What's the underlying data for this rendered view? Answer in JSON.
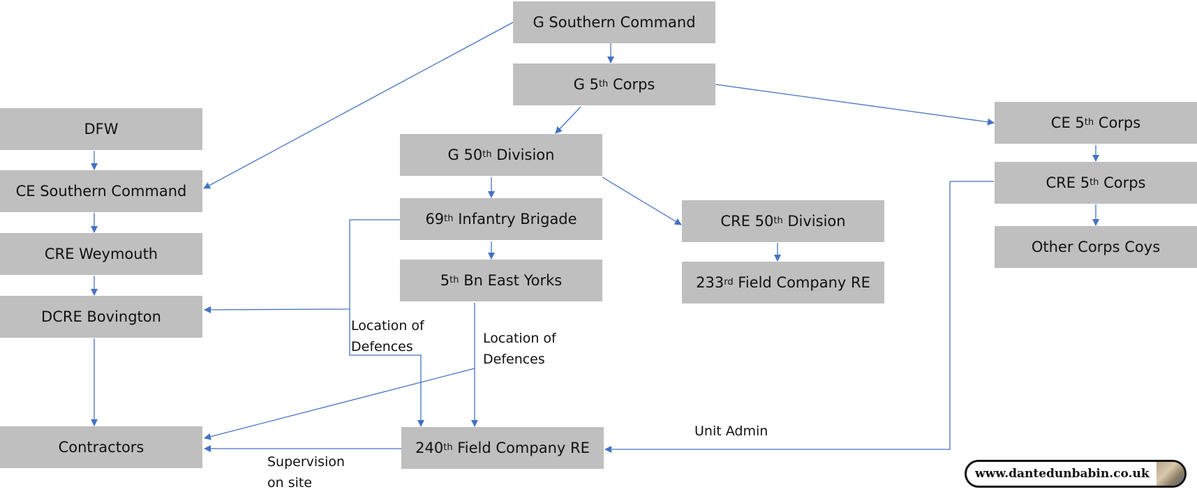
{
  "nodes": {
    "g_southern": {
      "pre": "G Southern Command",
      "sup": "",
      "post": ""
    },
    "g_5th_corps": {
      "pre": "G 5",
      "sup": "th",
      "post": " Corps"
    },
    "g_50th_div": {
      "pre": "G 50",
      "sup": "th",
      "post": " Division"
    },
    "inf_69": {
      "pre": "69",
      "sup": "th",
      "post": " Infantry Brigade"
    },
    "bn_5th": {
      "pre": "5",
      "sup": "th",
      "post": " Bn East Yorks"
    },
    "cre_50th": {
      "pre": "CRE 50",
      "sup": "th",
      "post": " Division"
    },
    "fc_233": {
      "pre": "233",
      "sup": "rd",
      "post": " Field Company RE"
    },
    "ce_5th": {
      "pre": "CE 5",
      "sup": "th",
      "post": " Corps"
    },
    "cre_5th": {
      "pre": "CRE 5",
      "sup": "th",
      "post": " Corps"
    },
    "other_coys": {
      "pre": "Other Corps Coys",
      "sup": "",
      "post": ""
    },
    "dfw": {
      "pre": "DFW",
      "sup": "",
      "post": ""
    },
    "ce_southern": {
      "pre": "CE Southern Command",
      "sup": "",
      "post": ""
    },
    "cre_weymouth": {
      "pre": "CRE Weymouth",
      "sup": "",
      "post": ""
    },
    "dcre_bovington": {
      "pre": "DCRE Bovington",
      "sup": "",
      "post": ""
    },
    "contractors": {
      "pre": "Contractors",
      "sup": "",
      "post": ""
    },
    "fc_240": {
      "pre": "240",
      "sup": "th",
      "post": " Field Company RE"
    }
  },
  "labels": {
    "loc1_line1": "Location of",
    "loc1_line2": "Defences",
    "loc2_line1": "Location of",
    "loc2_line2": "Defences",
    "sup_line1": "Supervision",
    "sup_line2": "on site",
    "unit_admin": "Unit Admin"
  },
  "logo": {
    "text": "www.dantedunbabin.co.uk"
  },
  "colors": {
    "box": "#bfbfbf",
    "arrow": "#4472c4"
  }
}
